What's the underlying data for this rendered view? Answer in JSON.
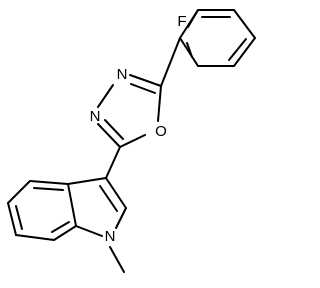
{
  "atom_labels": {
    "fluorine": "F",
    "n3": "N",
    "n4": "N",
    "oxygen": "O",
    "indole_n": "N"
  }
}
